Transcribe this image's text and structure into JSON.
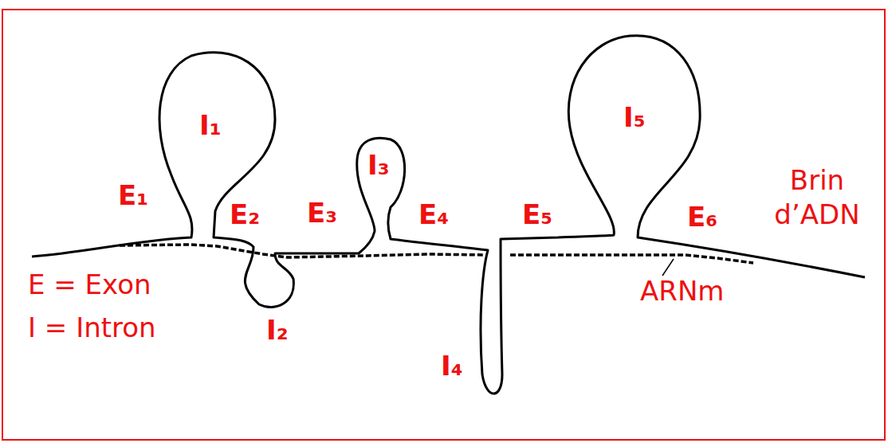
{
  "diagram": {
    "labels": [
      "E₁",
      "I₁",
      "E₂",
      "E₃",
      "I₃",
      "E₄",
      "E₅",
      "I₅",
      "Brin d’ADN",
      "I₂",
      "E₆",
      "ARNm",
      "E = Exon",
      "I = Intron",
      "I₄"
    ]
  }
}
